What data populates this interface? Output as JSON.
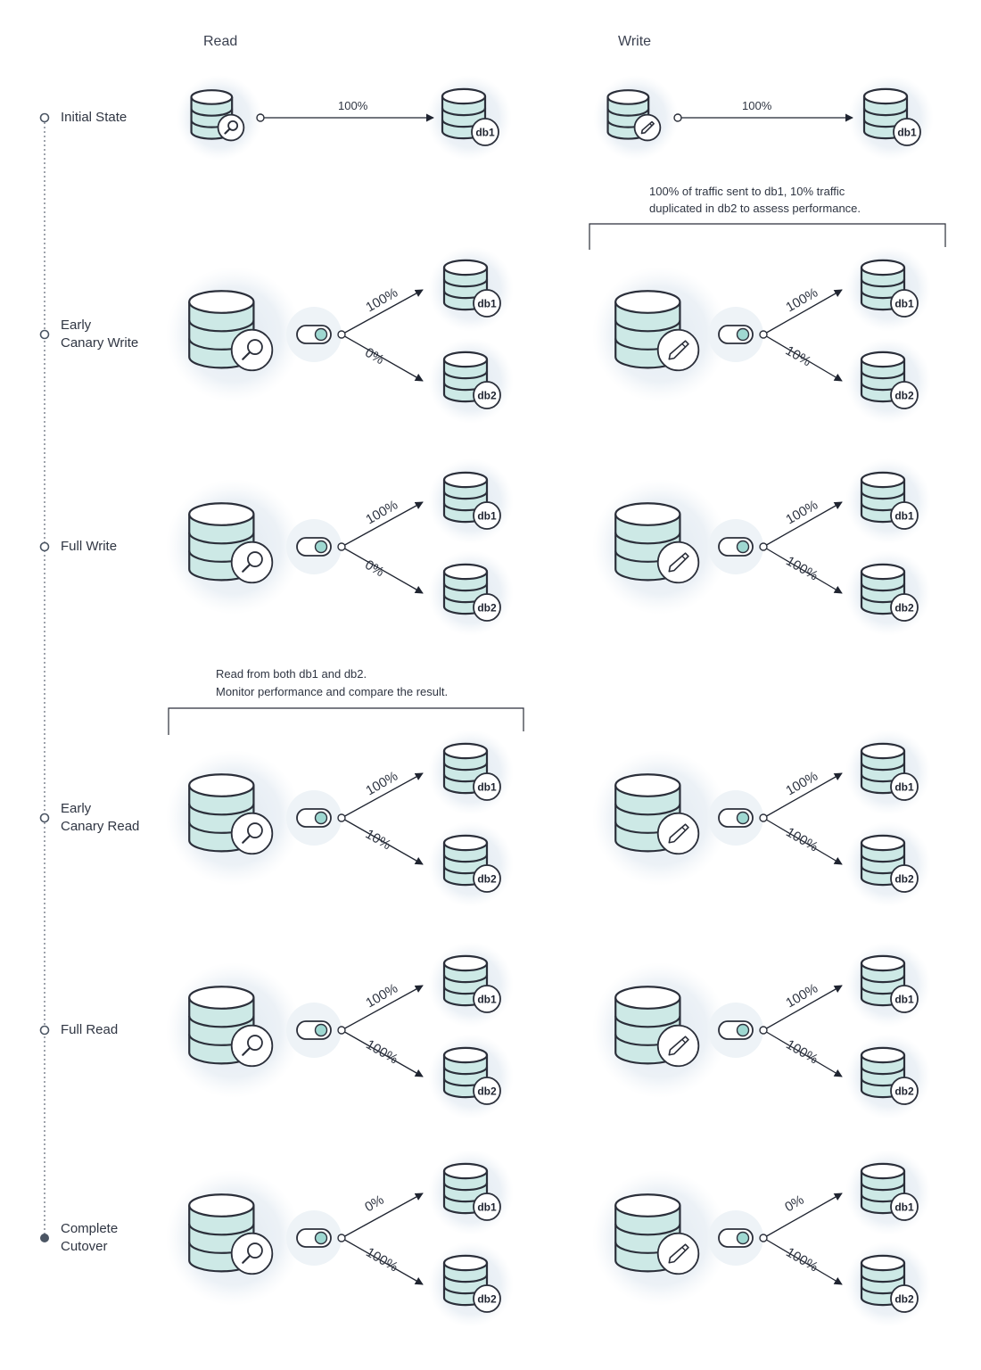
{
  "columns": {
    "read": "Read",
    "write": "Write"
  },
  "stages": [
    {
      "id": "initial",
      "label_lines": [
        "Initial State"
      ]
    },
    {
      "id": "early-canary-write",
      "label_lines": [
        "Early",
        "Canary Write"
      ]
    },
    {
      "id": "full-write",
      "label_lines": [
        "Full Write"
      ]
    },
    {
      "id": "early-canary-read",
      "label_lines": [
        "Early",
        "Canary Read"
      ]
    },
    {
      "id": "full-read",
      "label_lines": [
        "Full Read"
      ]
    },
    {
      "id": "complete-cutover",
      "label_lines": [
        "Complete",
        "Cutover"
      ]
    }
  ],
  "notes": {
    "write_note": [
      "100% of traffic sent to db1, 10% traffic",
      "duplicated in db2 to assess performance."
    ],
    "read_note": [
      "Read from both db1 and db2.",
      "Monitor performance and compare the result."
    ]
  },
  "db_labels": {
    "db1": "db1",
    "db2": "db2"
  },
  "initial": {
    "read_pct": "100%",
    "write_pct": "100%"
  },
  "routes": [
    {
      "stage": "early-canary-write",
      "read": {
        "db1": "100%",
        "db2": "0%"
      },
      "write": {
        "db1": "100%",
        "db2": "10%"
      }
    },
    {
      "stage": "full-write",
      "read": {
        "db1": "100%",
        "db2": "0%"
      },
      "write": {
        "db1": "100%",
        "db2": "100%"
      }
    },
    {
      "stage": "early-canary-read",
      "read": {
        "db1": "100%",
        "db2": "10%"
      },
      "write": {
        "db1": "100%",
        "db2": "100%"
      }
    },
    {
      "stage": "full-read",
      "read": {
        "db1": "100%",
        "db2": "100%"
      },
      "write": {
        "db1": "100%",
        "db2": "100%"
      }
    },
    {
      "stage": "complete-cutover",
      "read": {
        "db1": "0%",
        "db2": "100%"
      },
      "write": {
        "db1": "0%",
        "db2": "100%"
      }
    }
  ],
  "colors": {
    "db_fill": "#cde9e6",
    "stroke": "#2b2f3a",
    "halo": "#e8eef4",
    "toggle_dot": "#9fd8d1"
  }
}
